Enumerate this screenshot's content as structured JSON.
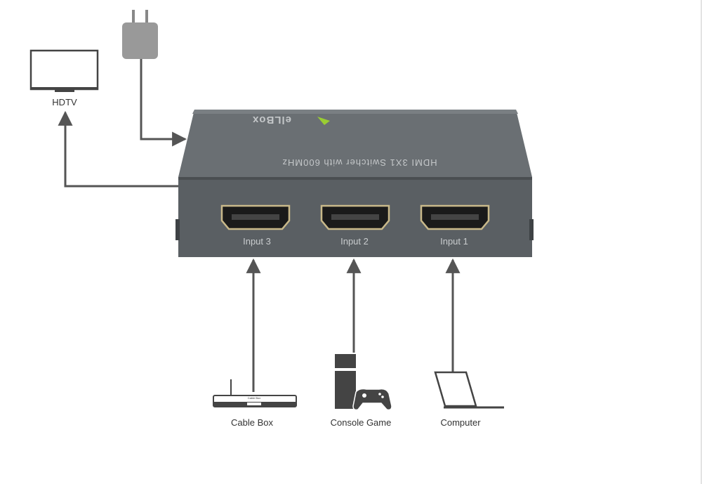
{
  "devices": {
    "tv_label": "HDTV",
    "cable_box_label": "Cable Box",
    "console_label": "Console Game",
    "computer_label": "Computer",
    "cable_box_text": "Cable Box"
  },
  "switcher": {
    "brand": "elLBox",
    "model": "HDMI 3X1 Switcher with 600MHz",
    "ports": [
      "Input 3",
      "Input 2",
      "Input 1"
    ]
  },
  "colors": {
    "line": "#555555",
    "box_face": "#5d6266",
    "box_top": "#6b7074",
    "brand_accent": "#9acd32",
    "port_gold": "#c9b98a"
  }
}
